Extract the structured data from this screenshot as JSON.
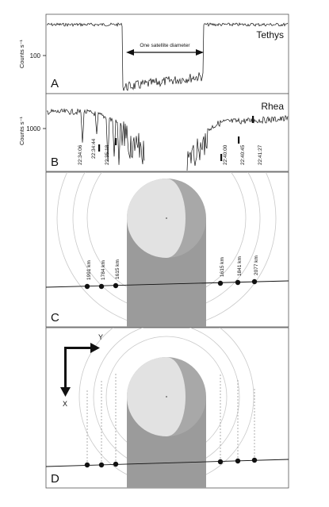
{
  "panel_a": {
    "letter": "A",
    "title": "Tethys",
    "ylabel": "Counts s⁻¹",
    "ytick": "100",
    "annotation": "One satellite diameter"
  },
  "panel_b": {
    "letter": "B",
    "title": "Rhea",
    "ylabel": "Counts s⁻¹",
    "ytick": "1000",
    "times": [
      "22:34:06",
      "22:34:44",
      "22:35:18",
      "22:40:00",
      "22:40:45",
      "22:41:27"
    ]
  },
  "panel_c": {
    "letter": "C",
    "distances": [
      "1991 km",
      "1784 km",
      "1615 km",
      "1615 km",
      "1841 km",
      "2077 km"
    ]
  },
  "panel_d": {
    "letter": "D",
    "axis_y": "Y",
    "axis_x": "X"
  },
  "chart_data": [
    {
      "type": "line",
      "panel": "A",
      "title": "Tethys",
      "ylabel": "Counts s⁻¹",
      "yscale": "log",
      "yticks": [
        100
      ],
      "series": [
        {
          "values": [
            140,
            140,
            140,
            140,
            22,
            24,
            26,
            28,
            30,
            32,
            34,
            140,
            140,
            140,
            140
          ]
        }
      ],
      "annotations": [
        "One satellite diameter"
      ]
    },
    {
      "type": "line",
      "panel": "B",
      "title": "Rhea",
      "ylabel": "Counts s⁻¹",
      "yscale": "log",
      "yticks": [
        1000
      ],
      "annotations": [
        "22:34:06",
        "22:34:44",
        "22:35:18",
        "22:40:00",
        "22:40:45",
        "22:41:27"
      ]
    }
  ]
}
